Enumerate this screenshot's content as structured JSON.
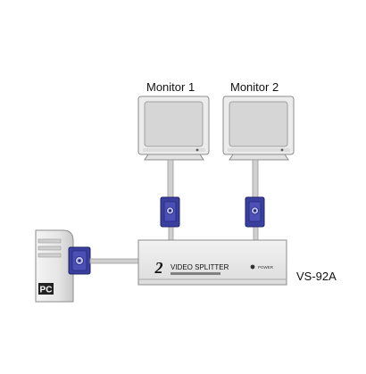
{
  "diagram": {
    "monitors": [
      {
        "label": "Monitor 1"
      },
      {
        "label": "Monitor 2"
      }
    ],
    "pc": {
      "label": "PC"
    },
    "splitter": {
      "model": "VS-92A",
      "brand_numeral": "2",
      "title": "VIDEO SPLITTER",
      "power_label": "POWER"
    },
    "colors": {
      "connector": "#3a3fa0",
      "connector_dark": "#262a78",
      "monitor_body": "#ededed",
      "screen": "#d7d7d7",
      "outline": "#8c8c8c",
      "cable": "#bdbdbd"
    }
  }
}
